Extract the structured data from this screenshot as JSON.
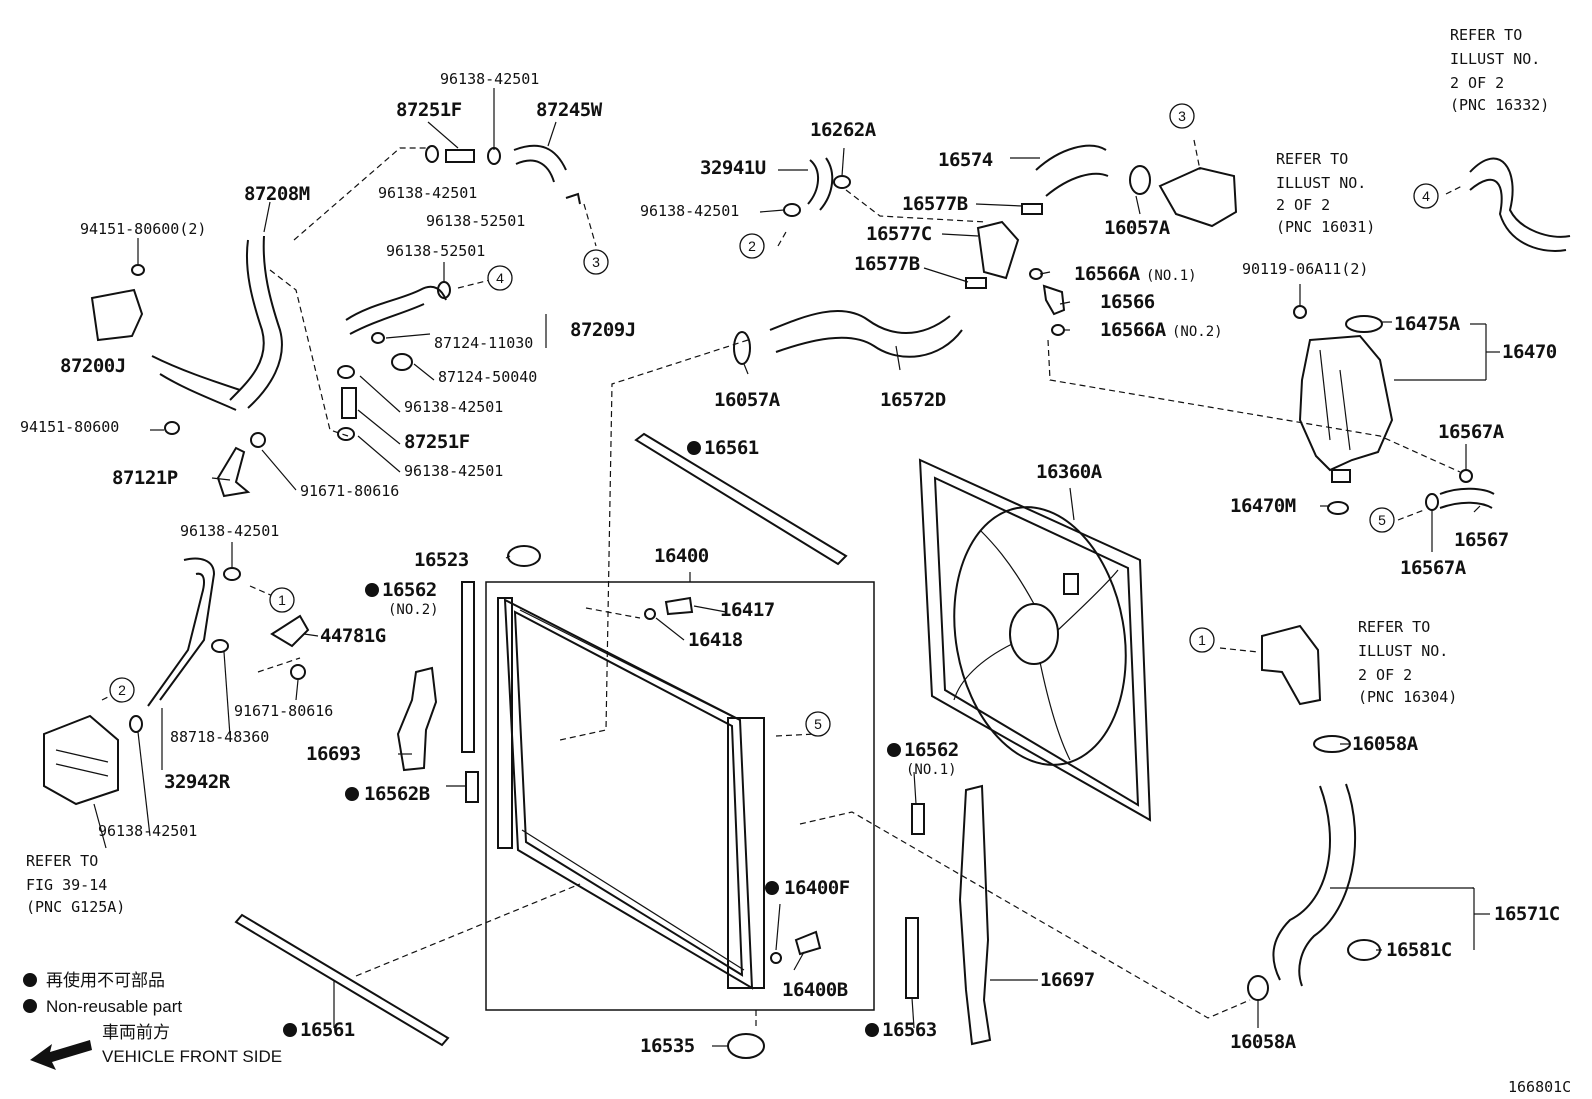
{
  "labels": {
    "l_96138_42501_top": "96138-42501",
    "l_87251F_top": "87251F",
    "l_87245W": "87245W",
    "l_96138_42501_b": "96138-42501",
    "l_96138_52501_a": "96138-52501",
    "l_87208M": "87208M",
    "l_94151_80600_2": "94151-80600(2)",
    "l_96138_52501_b": "96138-52501",
    "l_87209J": "87209J",
    "l_87124_11030": "87124-11030",
    "l_87124_50040": "87124-50040",
    "l_96138_42501_c": "96138-42501",
    "l_87251F_b": "87251F",
    "l_96138_42501_d": "96138-42501",
    "l_87200J": "87200J",
    "l_94151_80600": "94151-80600",
    "l_87121P": "87121P",
    "l_91671_80616_a": "91671-80616",
    "l_16262A": "16262A",
    "l_32941U": "32941U",
    "l_96138_42501_e": "96138-42501",
    "l_16574": "16574",
    "l_16577B_a": "16577B",
    "l_16577C": "16577C",
    "l_16577B_b": "16577B",
    "l_16057A_a": "16057A",
    "l_16566A_1": "16566A",
    "l_16566A_1n": "(NO.1)",
    "l_16566": "16566",
    "l_16566A_2": "16566A",
    "l_16566A_2n": "(NO.2)",
    "l_16572D": "16572D",
    "l_16057A_b": "16057A",
    "l_16561_top": "16561",
    "l_90119": "90119-06A11(2)",
    "l_16475A": "16475A",
    "l_16470": "16470",
    "l_16567A_a": "16567A",
    "l_16470M": "16470M",
    "l_16567": "16567",
    "l_16567A_b": "16567A",
    "l_16360A": "16360A",
    "l_96138_42501_f": "96138-42501",
    "l_44781G": "44781G",
    "l_91671_80616_b": "91671-80616",
    "l_88718_48360": "88718-48360",
    "l_32942R": "32942R",
    "l_96138_42501_g": "96138-42501",
    "l_16523": "16523",
    "l_16562_a": "16562",
    "l_16562_an": "(NO.2)",
    "l_16400": "16400",
    "l_16417": "16417",
    "l_16418": "16418",
    "l_16693": "16693",
    "l_16562B": "16562B",
    "l_16562_b": "16562",
    "l_16562_bn": "(NO.1)",
    "l_16400F": "16400F",
    "l_16400B": "16400B",
    "l_16535": "16535",
    "l_16561_bot": "16561",
    "l_16563": "16563",
    "l_16697": "16697",
    "l_16058A_a": "16058A",
    "l_16571C": "16571C",
    "l_16581C": "16581C",
    "l_16058A_b": "16058A",
    "fig_no": "166801C"
  },
  "notes": {
    "tr1": "REFER TO",
    "tr2": "ILLUST NO.",
    "tr3": "2 OF 2",
    "tr4": "(PNC 16332)",
    "m1": "REFER TO",
    "m2": "ILLUST NO.",
    "m3": "2 OF 2",
    "m4": "(PNC 16031)",
    "r1": "REFER TO",
    "r2": "ILLUST NO.",
    "r3": "2 OF 2",
    "r4": "(PNC 16304)",
    "l1": "REFER TO",
    "l2": "FIG 39-14",
    "l3": "(PNC G125A)"
  },
  "legend": {
    "non_reusable_jp": "再使用不可部品",
    "non_reusable_en": "Non-reusable part",
    "front_jp": "車両前方",
    "front_en": "VEHICLE FRONT SIDE"
  },
  "ref_circles": {
    "c1": "1",
    "c2": "2",
    "c3": "3",
    "c4": "4",
    "c5": "5"
  }
}
